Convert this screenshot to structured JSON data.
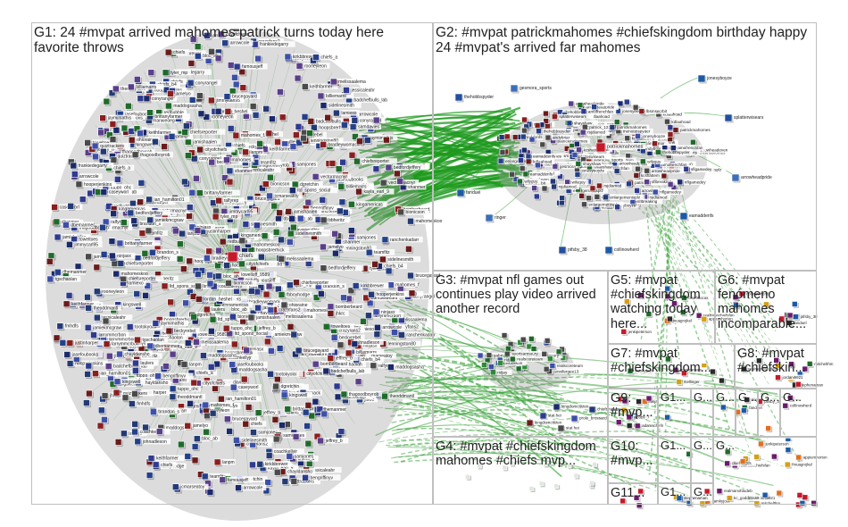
{
  "groups": [
    {
      "id": "G1",
      "label": "G1: 24 #mvpat arrived mahomes patrick turns today here favorite throws"
    },
    {
      "id": "G2",
      "label": "G2: #mvpat patrickmahomes #chiefskingdom birthday happy 24 #mvpat's arrived far mahomes"
    },
    {
      "id": "G3",
      "label": "G3: #mvpat nfl games out continues play video arrived another record"
    },
    {
      "id": "G4",
      "label": "G4: #mvpat #chiefskingdom mahomes #chiefs mvp..."
    },
    {
      "id": "G5",
      "label": "G5: #mvpat #chiefskingdom watching today here..."
    },
    {
      "id": "G6",
      "label": "G6: #mvpat fenómeno mahomes incomparable..."
    },
    {
      "id": "G7",
      "label": "G7: #mvpat #chiefskingdom..."
    },
    {
      "id": "G8",
      "label": "G8: #mvpat #chiefskin..."
    },
    {
      "id": "G9",
      "label": "G9: #mvp..."
    },
    {
      "id": "G10",
      "label": "G10: #mvp..."
    },
    {
      "id": "G11",
      "label": "G11..."
    },
    {
      "id": "G12",
      "label": "G1..."
    },
    {
      "id": "G13",
      "label": "G1..."
    },
    {
      "id": "G14",
      "label": "G1..."
    },
    {
      "id": "G15",
      "label": "G..."
    },
    {
      "id": "G16",
      "label": "G..."
    },
    {
      "id": "G17",
      "label": "G..."
    },
    {
      "id": "G18",
      "label": "G..."
    },
    {
      "id": "G19",
      "label": "G..."
    },
    {
      "id": "G20",
      "label": "G..."
    },
    {
      "id": "G21",
      "label": "G..."
    },
    {
      "id": "G22",
      "label": "G..."
    }
  ],
  "node_labels": {
    "g1": [
      "ltd_spons_social",
      "badchefbulls_lab",
      "chiefs_b4",
      "crazyfans2",
      "lenningston80",
      "larrymmcrbon",
      "frankiedegarry",
      "brittanyfarmer",
      "samjones",
      "jaymimathis",
      "jhkrc",
      "bradleywomack",
      "jeffrey_b",
      "jamishaalen",
      "dbemanmer",
      "vectormacnyr",
      "kingamericas",
      "bedfordjeffery",
      "hooperjenkins",
      "ninjasx",
      "tyler_mp",
      "coachkellyjr",
      "tuppo_ohc",
      "ralfyrep",
      "jimmycarl95",
      "brucegayard",
      "hoopsbrerhick",
      "sidelinesmith",
      "maddogsasha",
      "tootokyoloi",
      "tgschaolan",
      "fbboyhodge",
      "chiefsreporter",
      "ohioraine",
      "johnadleson",
      "chiefs_a",
      "thagoodboyrob",
      "arrowcole",
      "kayla_earl_9",
      "chayldansho",
      "kirkbbrewer",
      "teamfitz",
      "melissaalema",
      "jessicaleahr",
      "jasefoubooks",
      "caseyworl",
      "kingswell",
      "quiztrackers",
      "billiemarrs",
      "keithfarmer",
      "beckyrebel",
      "mahomeskoo",
      "bloc_ab",
      "chiefs",
      "conyrangel",
      "bengriffinyv",
      "laulers",
      "bionicson",
      "theoddmantl",
      "mahomes_f",
      "cityofchiefs",
      "brandon_s",
      "justinharper",
      "ranchenkadarr",
      "rooneyleon",
      "redbubble",
      "samdavies",
      "jamiekmcgraw",
      "lowelloff_9589",
      "bbheritz",
      "lamiexo",
      "fmhdfs",
      "lordan_heshel",
      "bomberbeard",
      "ian_hamilton01",
      "shanmer",
      "lanpm",
      "jcmarseatoy",
      "jamelyo",
      "dgretchin",
      "toweltoes",
      "famousjeff"
    ],
    "g2": [
      "gesmora_sports",
      "jonesyboyze",
      "thehobbspyder",
      "splatterwisears",
      "kdlaahoad",
      "rsjdiamod",
      "enlargementsplz",
      "amofrenchfan",
      "patrickmahomes",
      "nflgamedey",
      "shayshaw",
      "patrick_1234",
      "kcshattem",
      "andybriar",
      "arrowheadpride",
      "lbsmsecrbit",
      "joeyryan",
      "nflbreaking",
      "wilyguy",
      "arrowheadeven",
      "eamaddenfs"
    ],
    "g3": [
      "jennifergee13",
      "gabriellor",
      "jbekfusson",
      "ridjay",
      "sportsarmoury",
      "realscoreteam"
    ],
    "g4": [
      "kingdomcitizen",
      "stat hei",
      "prole_brossard",
      "chiefsmpleman"
    ],
    "misc": [
      "ringer",
      "fanduel",
      "ptfsby_38",
      "collinowherd",
      "reallmanchiefsfan",
      "chiefsfocus",
      "fmuagrojkel",
      "appiumhorton",
      "jenkipeterson",
      "mellinger",
      "samkyjoet",
      "aparicarnals",
      "stephenaman",
      "jordani9921",
      "mitchelthm",
      "realmanofdudeb",
      "kc_goddess69",
      "nickjones",
      "adamschefn",
      "ninja",
      "jacobs_7"
    ]
  }
}
